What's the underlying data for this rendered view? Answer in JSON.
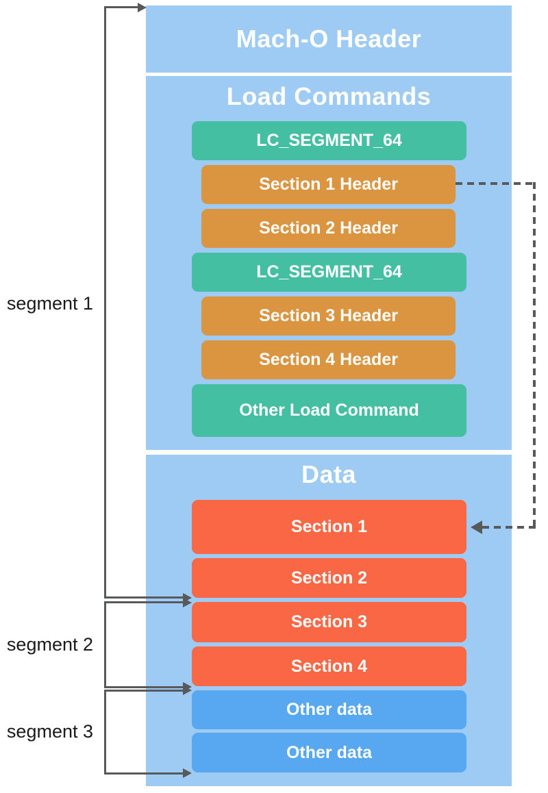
{
  "colors": {
    "container_blue": "#9ECBF4",
    "command_teal": "#45BFA2",
    "section_header_orange": "#DB9440",
    "section_red": "#F96744",
    "other_data_blue": "#57A8F1",
    "arrow_gray": "#58595B",
    "title_white": "#FFFFFF",
    "label_black": "#1A1A1A"
  },
  "diagram": {
    "macho_header": {
      "label": "Mach-O Header"
    },
    "load_commands": {
      "title": "Load Commands",
      "items": [
        {
          "label": "LC_SEGMENT_64",
          "kind": "load-command"
        },
        {
          "label": "Section 1 Header",
          "kind": "section-header"
        },
        {
          "label": "Section 2 Header",
          "kind": "section-header"
        },
        {
          "label": "LC_SEGMENT_64",
          "kind": "load-command"
        },
        {
          "label": "Section 3 Header",
          "kind": "section-header"
        },
        {
          "label": "Section 4 Header",
          "kind": "section-header"
        },
        {
          "label": "Other Load Command",
          "kind": "load-command"
        }
      ]
    },
    "data_region": {
      "title": "Data",
      "items": [
        {
          "label": "Section 1",
          "kind": "section-data"
        },
        {
          "label": "Section 2",
          "kind": "section-data"
        },
        {
          "label": "Section 3",
          "kind": "section-data"
        },
        {
          "label": "Section 4",
          "kind": "section-data"
        },
        {
          "label": "Other data",
          "kind": "other-data"
        },
        {
          "label": "Other data",
          "kind": "other-data"
        }
      ]
    },
    "segments": [
      {
        "label": "segment 1"
      },
      {
        "label": "segment 2"
      },
      {
        "label": "segment 3"
      }
    ],
    "connector": {
      "from": "Section 1 Header",
      "to": "Section 1"
    }
  }
}
